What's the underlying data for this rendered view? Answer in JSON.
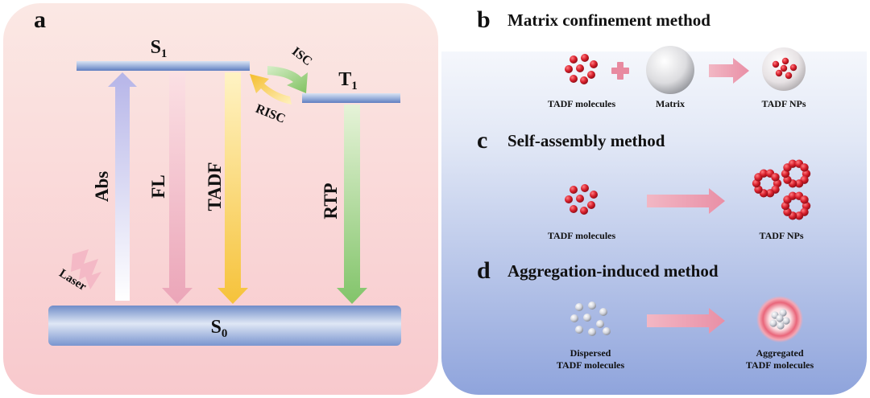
{
  "panel_a": {
    "letter": "a",
    "s1_label": "S",
    "s1_sub": "1",
    "t1_label": "T",
    "t1_sub": "1",
    "s0_label": "S",
    "s0_sub": "0",
    "isc": "ISC",
    "risc": "RISC",
    "abs": "Abs",
    "fl": "FL",
    "tadf": "TADF",
    "rtp": "RTP",
    "laser": "Laser"
  },
  "panel_b": {
    "letter": "b",
    "title": "Matrix confinement method",
    "label_molecules": "TADF molecules",
    "label_matrix": "Matrix",
    "label_nps": "TADF NPs"
  },
  "panel_c": {
    "letter": "c",
    "title": "Self-assembly method",
    "label_molecules": "TADF molecules",
    "label_nps": "TADF NPs"
  },
  "panel_d": {
    "letter": "d",
    "title": "Aggregation-induced method",
    "label_dispersed_1": "Dispersed",
    "label_dispersed_2": "TADF molecules",
    "label_aggregated_1": "Aggregated",
    "label_aggregated_2": "TADF molecules"
  }
}
